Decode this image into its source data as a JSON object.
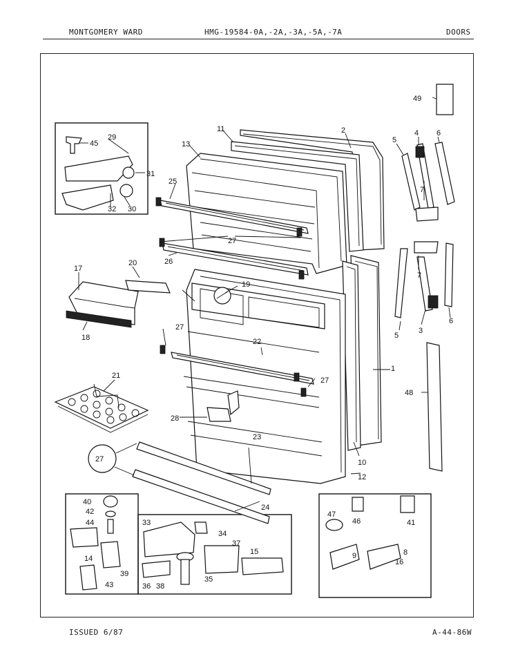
{
  "header": {
    "brand": "MONTGOMERY WARD",
    "model": "HMG-19584-0A,-2A,-3A,-5A,-7A",
    "section": "DOORS"
  },
  "footer": {
    "issued": "ISSUED 6/87",
    "code": "A-44-86W"
  },
  "callouts": {
    "c1": "1",
    "c2": "2",
    "c3": "3",
    "c4": "4",
    "c5a": "5",
    "c5b": "5",
    "c6a": "6",
    "c6b": "6",
    "c7a": "7",
    "c7b": "7",
    "c8": "8",
    "c9": "9",
    "c10": "10",
    "c11": "11",
    "c12": "12",
    "c13": "13",
    "c14": "14",
    "c15": "15",
    "c16": "16",
    "c17": "17",
    "c18": "18",
    "c19": "19",
    "c20": "20",
    "c21": "21",
    "c22": "22",
    "c23": "23",
    "c24": "24",
    "c25": "25",
    "c26": "26",
    "c27a": "27",
    "c27b": "27",
    "c27c": "27",
    "c27d": "27",
    "c28": "28",
    "c29": "29",
    "c30": "30",
    "c31": "31",
    "c32": "32",
    "c33": "33",
    "c34": "34",
    "c35": "35",
    "c36": "36",
    "c37": "37",
    "c38": "38",
    "c39": "39",
    "c40": "40",
    "c41": "41",
    "c42": "42",
    "c43": "43",
    "c44": "44",
    "c45": "45",
    "c46": "46",
    "c47": "47",
    "c48": "48",
    "c49": "49"
  }
}
